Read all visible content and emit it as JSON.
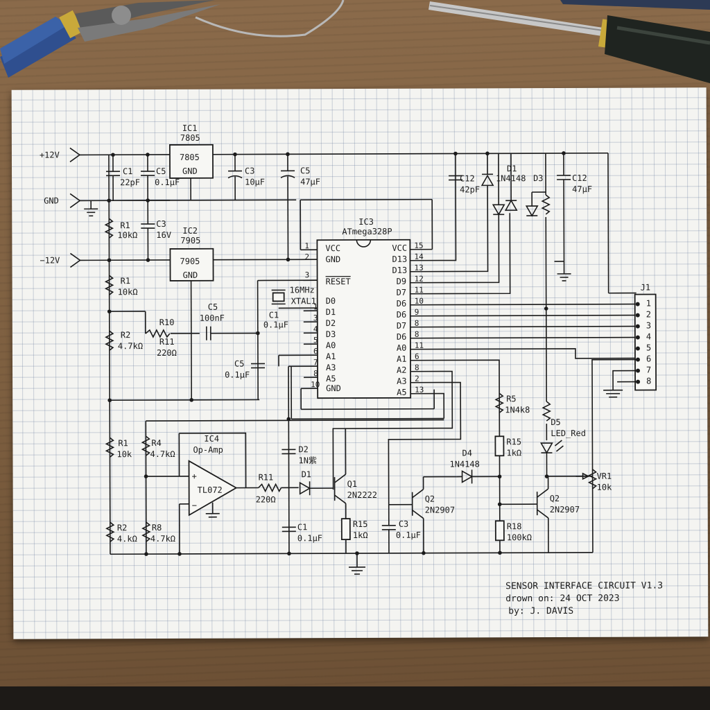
{
  "power": {
    "p12": "+12V",
    "gnd": "GND",
    "m12": "−12V"
  },
  "ic1": {
    "ref": "IC1",
    "value": "7805",
    "body": "7805",
    "pin": "GND"
  },
  "ic2": {
    "ref": "IC2",
    "value": "7905",
    "body": "7905",
    "pin": "GND"
  },
  "c1_top": {
    "ref": "C1",
    "value": "22pF"
  },
  "c5_top": {
    "ref": "C5",
    "value": "0.1µF"
  },
  "c3_top": {
    "ref": "C3",
    "value": "10µF"
  },
  "c6_top": {
    "ref": "C5",
    "value": "47µF"
  },
  "c3_mid": {
    "ref": "C3",
    "value": "16V"
  },
  "r1_a": {
    "ref": "R1",
    "value": "10kΩ"
  },
  "r1_b": {
    "ref": "R1",
    "value": "10kΩ"
  },
  "r2_a": {
    "ref": "R2",
    "value": "4.7kΩ"
  },
  "r10": {
    "ref": "R10"
  },
  "r11_a": {
    "ref": "R11",
    "value": "220Ω"
  },
  "c5_mid": {
    "ref": "C5",
    "value": "100nF"
  },
  "c1_mid": {
    "ref": "C1",
    "value": "0.1µF"
  },
  "c5_low": {
    "ref": "C5",
    "value": "0.1µF"
  },
  "xtal": {
    "value": "16MHz",
    "ref": "XTAL1"
  },
  "ic3": {
    "ref": "IC3",
    "value": "ATmega328P",
    "left_pins": [
      {
        "num": "1",
        "name": "VCC"
      },
      {
        "num": "2",
        "name": "GND"
      },
      {
        "num": "3",
        "name": "RESET"
      },
      {
        "num": "",
        "name": "D0"
      },
      {
        "num": "1",
        "name": "D1"
      },
      {
        "num": "3",
        "name": "D2"
      },
      {
        "num": "4",
        "name": "D3"
      },
      {
        "num": "5",
        "name": "A0"
      },
      {
        "num": "6",
        "name": "A1"
      },
      {
        "num": "7",
        "name": "A3"
      },
      {
        "num": "8",
        "name": "A5"
      },
      {
        "num": "10",
        "name": "GND"
      }
    ],
    "right_pins": [
      {
        "num": "15",
        "name": "VCC"
      },
      {
        "num": "14",
        "name": "D13"
      },
      {
        "num": "13",
        "name": "D13"
      },
      {
        "num": "12",
        "name": "D9"
      },
      {
        "num": "11",
        "name": "D7"
      },
      {
        "num": "10",
        "name": "D6"
      },
      {
        "num": "9",
        "name": "D6"
      },
      {
        "num": "8",
        "name": "D7"
      },
      {
        "num": "8",
        "name": "D6"
      },
      {
        "num": "11",
        "name": "A0"
      },
      {
        "num": "6",
        "name": "A1"
      },
      {
        "num": "8",
        "name": "A2"
      },
      {
        "num": "2",
        "name": "A3"
      },
      {
        "num": "13",
        "name": "A5"
      }
    ]
  },
  "c12_a": {
    "ref": "C12",
    "value": "42pF"
  },
  "d1_top": {
    "ref": "D1",
    "value": "1N4148"
  },
  "d3": {
    "ref": "D3"
  },
  "c12_b": {
    "ref": "C12",
    "value": "47µF"
  },
  "j1": {
    "ref": "J1",
    "pins": [
      "1",
      "2",
      "3",
      "4",
      "5",
      "6",
      "7",
      "8"
    ]
  },
  "r1_c": {
    "ref": "R1",
    "value": "10k"
  },
  "r2_b": {
    "ref": "R2",
    "value": "4.kΩ"
  },
  "r4": {
    "ref": "R4",
    "value": "4.7kΩ"
  },
  "r8": {
    "ref": "R8",
    "value": "4.7kΩ"
  },
  "ic4": {
    "ref": "IC4",
    "value": "Op-Amp",
    "body": "TL072",
    "plus": "+",
    "minus": "−"
  },
  "r11_b": {
    "ref": "R11",
    "value": "220Ω"
  },
  "d2": {
    "ref": "D2",
    "value": "1N紫"
  },
  "d1_low": {
    "ref": "D1"
  },
  "c1_low": {
    "ref": "C1",
    "value": "0.1µF"
  },
  "q1": {
    "ref": "Q1",
    "value": "2N2222"
  },
  "r15_a": {
    "ref": "R15",
    "value": "1kΩ"
  },
  "c3_low": {
    "ref": "C3",
    "value": "0.1µF"
  },
  "q2_a": {
    "ref": "Q2",
    "value": "2N2907"
  },
  "d4": {
    "ref": "D4",
    "value": "1N4148"
  },
  "r5": {
    "ref": "R5",
    "value": "1N4k8"
  },
  "r15_b": {
    "ref": "R15",
    "value": "1kΩ"
  },
  "r18": {
    "ref": "R18",
    "value": "100kΩ"
  },
  "d5": {
    "ref": "D5",
    "value": "LED_Red"
  },
  "q2_b": {
    "ref": "Q2",
    "value": "2N2907"
  },
  "vr1": {
    "ref": "VR1",
    "value": "10k"
  },
  "title_block": {
    "line1": "SENSOR INTERFACE CIRCUIT V1.3",
    "line2": "drown on: 24 OCT 2023",
    "line3": "by:  J. DAVIS"
  },
  "colors": {
    "desk": "#7d5f40",
    "paper": "#f4f4f1",
    "grid": "#5f7396",
    "ink": "#1b1b1b"
  }
}
